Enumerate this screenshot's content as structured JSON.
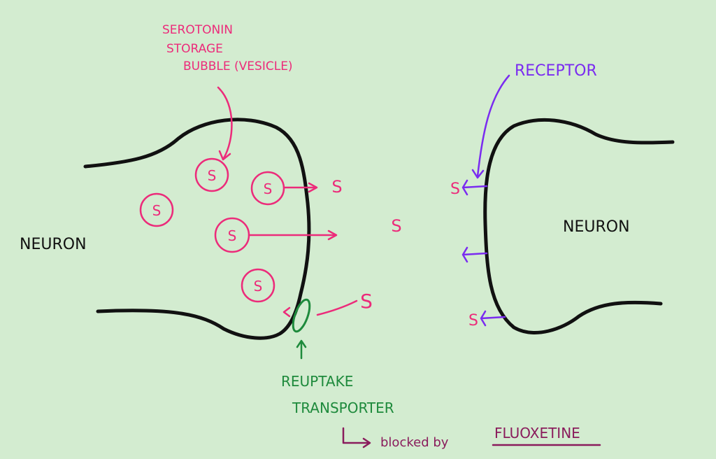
{
  "colors": {
    "background": "#d3ecd0",
    "outline": "#111111",
    "serotonin": "#ec2b7a",
    "receptor": "#7a2bf0",
    "transporter": "#1e8a3c",
    "blocked": "#8a1c5c"
  },
  "labels": {
    "vesicle_line1": "SEROTONIN",
    "vesicle_line2": "STORAGE",
    "vesicle_line3": "BUBBLE (VESICLE)",
    "receptor": "RECEPTOR",
    "neuron_left": "NEURON",
    "neuron_right": "NEURON",
    "transporter_line1": "REUPTAKE",
    "transporter_line2": "TRANSPORTER",
    "blocked_by": "blocked by",
    "drug": "FLUOXETINE"
  },
  "serotonin_symbol": "S"
}
